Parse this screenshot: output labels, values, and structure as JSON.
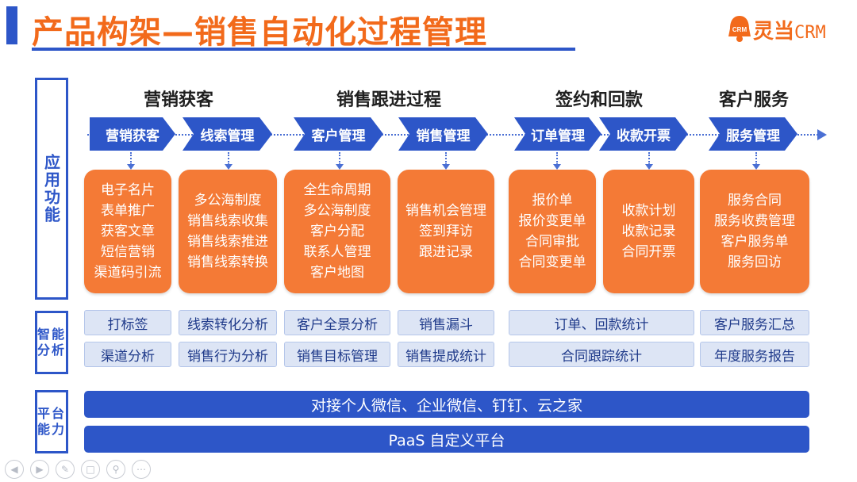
{
  "header": {
    "title": "产品构架—销售自动化过程管理",
    "logo_text": "灵当",
    "logo_crm": "CRM",
    "logo_badge": "CRM"
  },
  "sections": {
    "apps_label": "应用功能",
    "analysis_label": "智能分析",
    "platform_label": "平台能力"
  },
  "stages": [
    {
      "title": "营销获客"
    },
    {
      "title": "销售跟进过程"
    },
    {
      "title": "签约和回款"
    },
    {
      "title": "客户服务"
    }
  ],
  "process_steps": [
    {
      "label": "营销获客"
    },
    {
      "label": "线索管理"
    },
    {
      "label": "客户管理"
    },
    {
      "label": "销售管理"
    },
    {
      "label": "订单管理"
    },
    {
      "label": "收款开票"
    },
    {
      "label": "服务管理"
    }
  ],
  "feature_cards": [
    {
      "lines": [
        "电子名片",
        "表单推广",
        "获客文章",
        "短信营销",
        "渠道码引流"
      ]
    },
    {
      "lines": [
        "多公海制度",
        "销售线索收集",
        "销售线索推进",
        "销售线索转换"
      ]
    },
    {
      "lines": [
        "全生命周期",
        "多公海制度",
        "客户分配",
        "联系人管理",
        "客户地图"
      ]
    },
    {
      "lines": [
        "销售机会管理",
        "签到拜访",
        "跟进记录"
      ]
    },
    {
      "lines": [
        "报价单",
        "报价变更单",
        "合同审批",
        "合同变更单"
      ]
    },
    {
      "lines": [
        "收款计划",
        "收款记录",
        "合同开票"
      ]
    },
    {
      "lines": [
        "服务合同",
        "服务收费管理",
        "客户服务单",
        "服务回访"
      ]
    }
  ],
  "analysis_rows": [
    [
      "打标签",
      "线索转化分析",
      "客户全景分析",
      "销售漏斗",
      "订单、回款统计",
      "客户服务汇总"
    ],
    [
      "渠道分析",
      "销售行为分析",
      "销售目标管理",
      "销售提成统计",
      "合同跟踪统计",
      "年度服务报告"
    ]
  ],
  "platform": {
    "integration": "对接个人微信、企业微信、钉钉、云之家",
    "paas": "PaaS 自定义平台"
  },
  "colors": {
    "brand_orange": "#f26a1b",
    "card_orange": "#f47a36",
    "primary_blue": "#2d56c8",
    "chip_bg": "#dde5f5"
  }
}
